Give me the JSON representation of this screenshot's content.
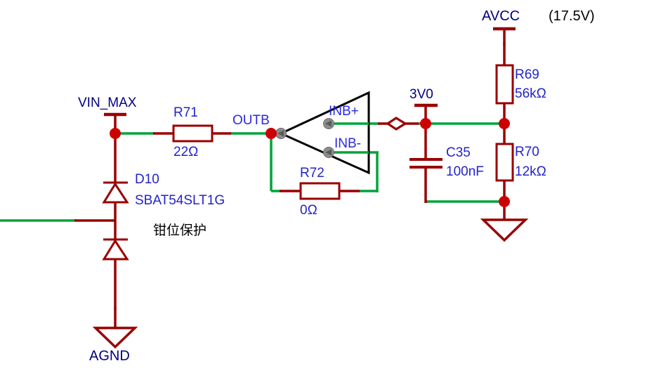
{
  "schematic": {
    "annotation": {
      "clamp_note": "钳位保护"
    },
    "power_nets": {
      "avcc": {
        "label": "AVCC",
        "voltage_note": "(17.5V)"
      },
      "v3v0": {
        "label": "3V0"
      },
      "vin_max": {
        "label": "VIN_MAX"
      },
      "agnd": {
        "label": "AGND"
      }
    },
    "net_labels": {
      "outb": "OUTB",
      "inb_plus": "INB+",
      "inb_minus": "INB-"
    },
    "components": {
      "r69": {
        "ref": "R69",
        "value": "56kΩ"
      },
      "r70": {
        "ref": "R70",
        "value": "12kΩ"
      },
      "r71": {
        "ref": "R71",
        "value": "22Ω"
      },
      "r72": {
        "ref": "R72",
        "value": "0Ω"
      },
      "c35": {
        "ref": "C35",
        "value": "100nF"
      },
      "d10": {
        "ref": "D10",
        "value": "SBAT54SLT1G"
      }
    },
    "colors": {
      "wire_red": "#990000",
      "junction_red": "#CC0000",
      "wire_green": "#00A33C",
      "power_label": "#000080",
      "component_label": "#2323CC",
      "net_label": "#2A2AE0",
      "annotation_black": "#000000",
      "pin_gray": "#8C8C8C"
    }
  }
}
